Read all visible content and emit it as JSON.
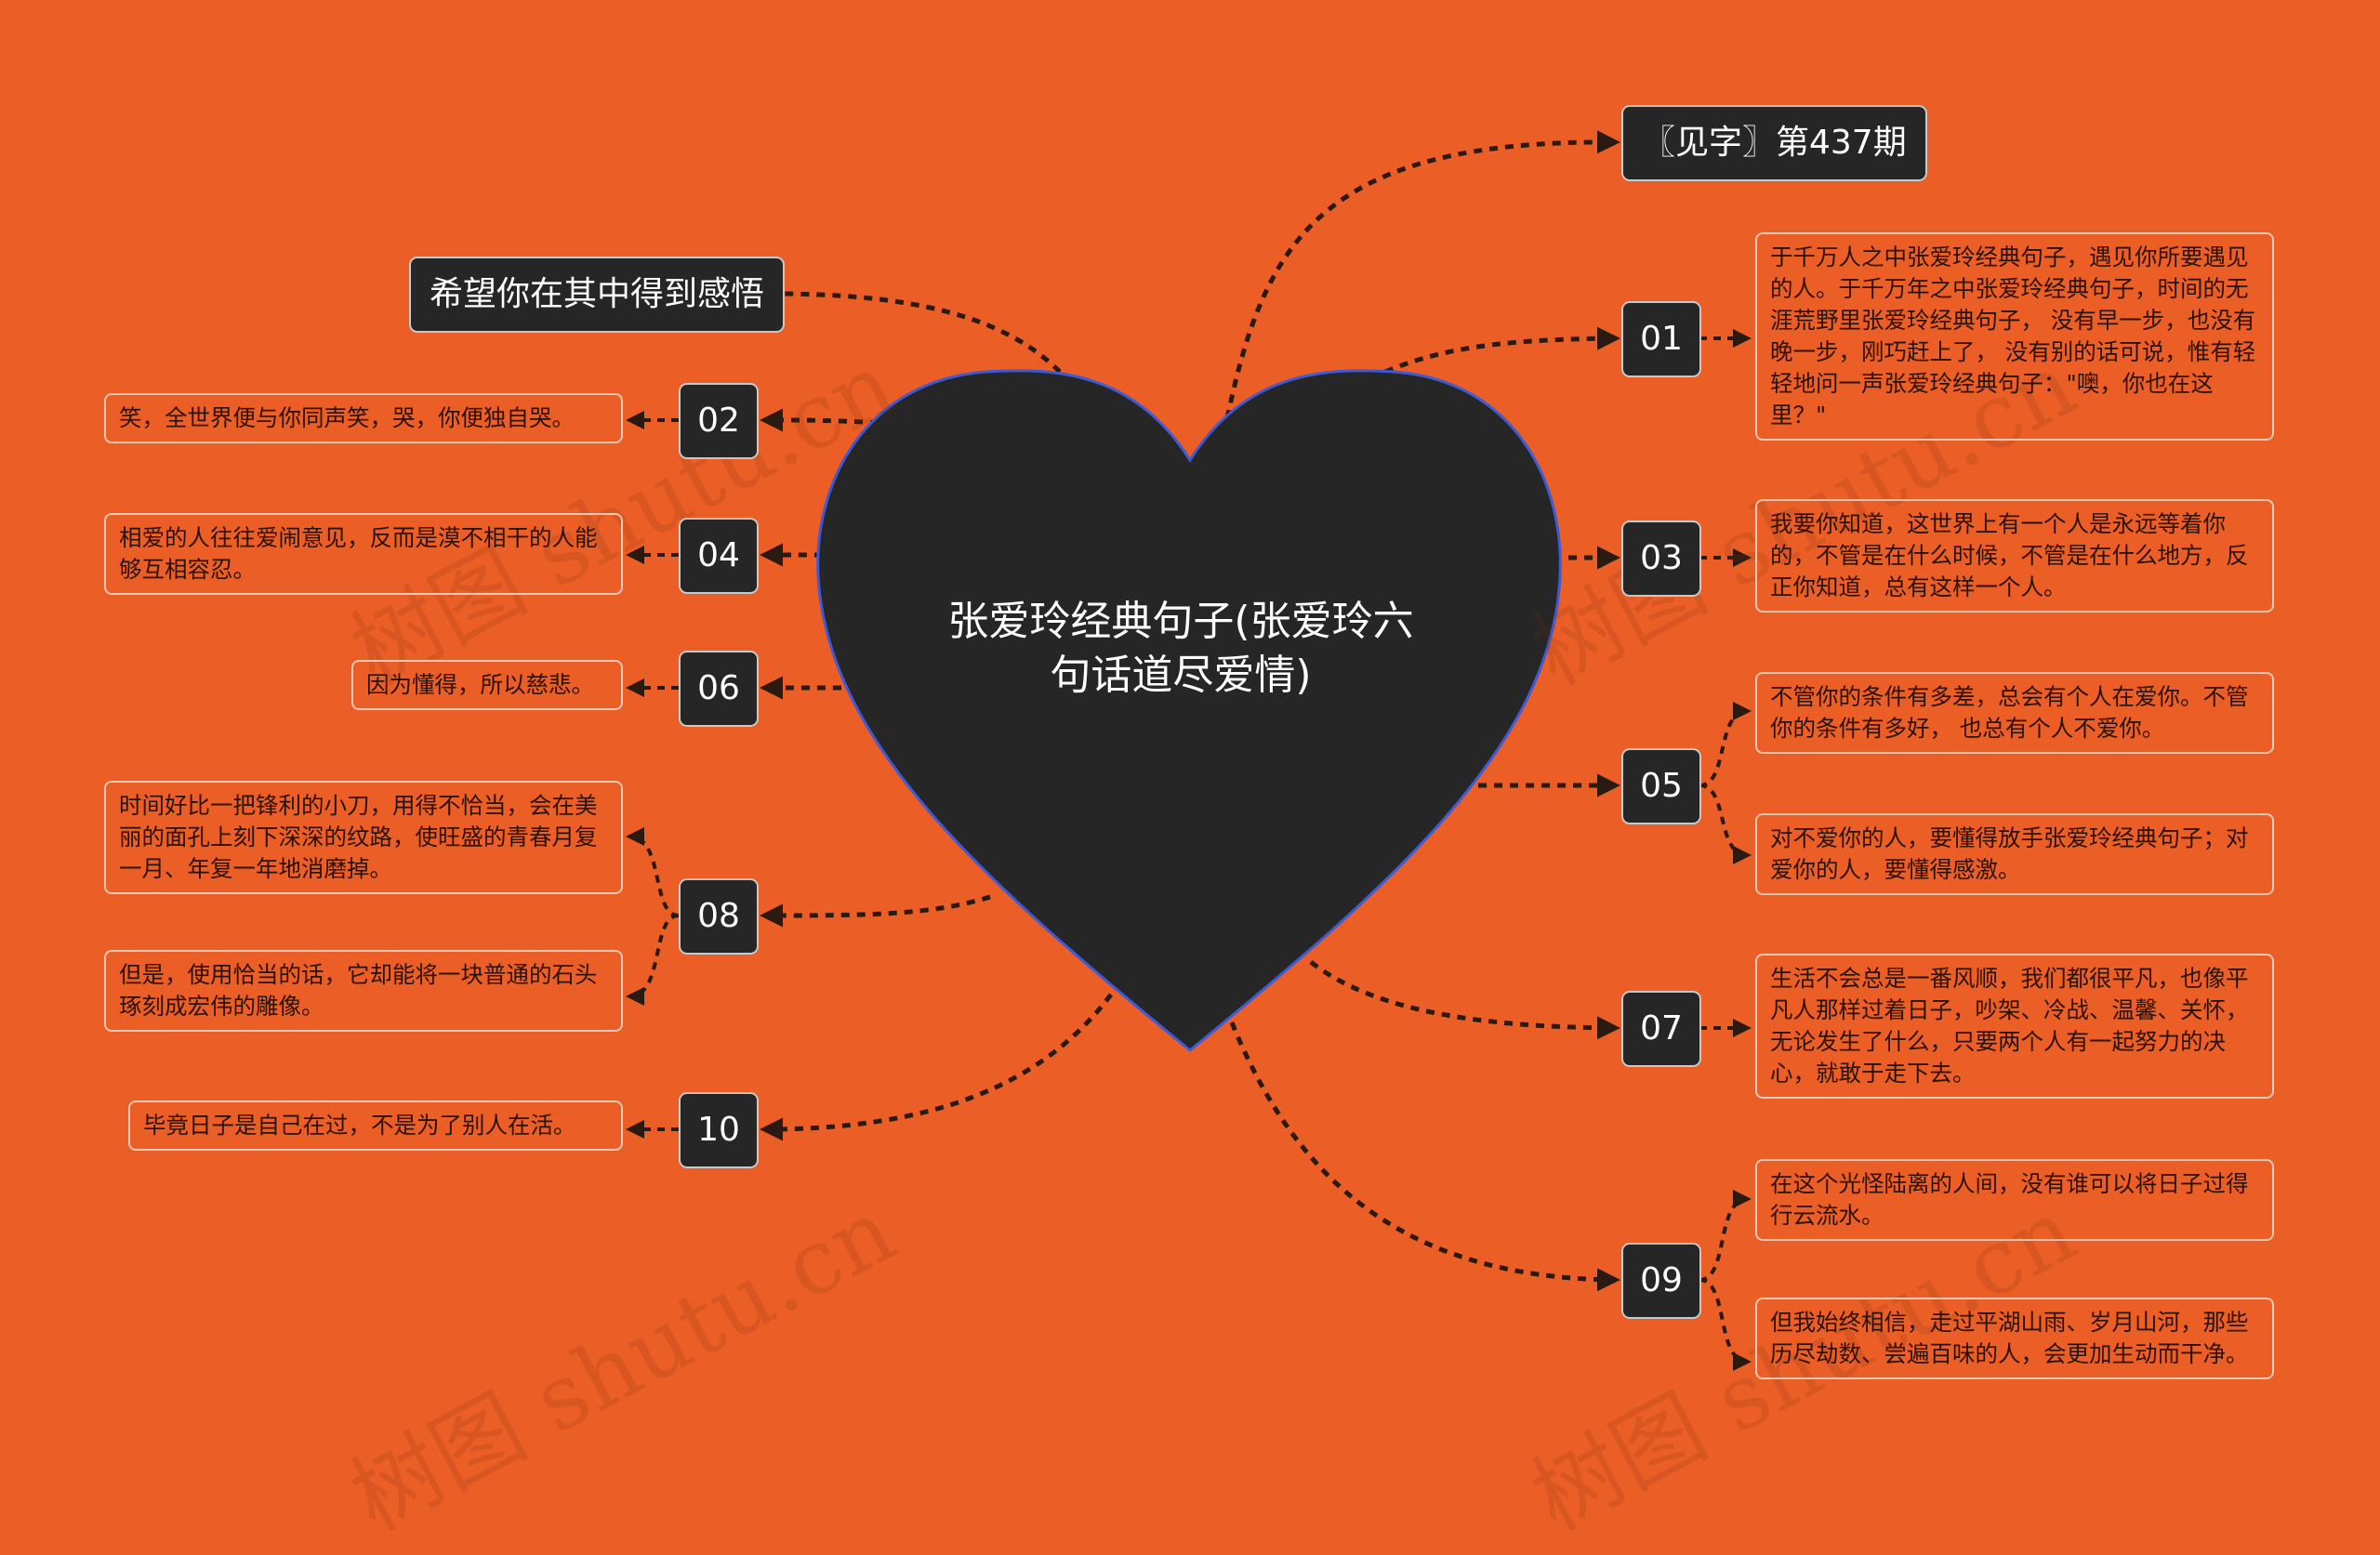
{
  "center": {
    "title": "张爱玲经典句子(张爱玲六句话道尽爱情)",
    "title_line1": "张爱玲经典句子(张爱玲六",
    "title_line2": "句话道尽爱情)"
  },
  "top_tag": "〖见字〗第437期",
  "left_tag": "希望你在其中得到感悟",
  "branches": {
    "b01": {
      "label": "01",
      "leaves": [
        "于千万人之中张爱玲经典句子，遇见你所要遇见的人。于千万年之中张爱玲经典句子，时间的无涯荒野里张爱玲经典句子， 没有早一步，也没有晚一步，刚巧赶上了， 没有别的话可说，惟有轻轻地问一声张爱玲经典句子：\"噢，你也在这里？\""
      ]
    },
    "b02": {
      "label": "02",
      "leaves": [
        "笑，全世界便与你同声笑，哭，你便独自哭。"
      ]
    },
    "b03": {
      "label": "03",
      "leaves": [
        "我要你知道，这世界上有一个人是永远等着你的，不管是在什么时候，不管是在什么地方，反正你知道，总有这样一个人。"
      ]
    },
    "b04": {
      "label": "04",
      "leaves": [
        "相爱的人往往爱闹意见，反而是漠不相干的人能够互相容忍。"
      ]
    },
    "b05": {
      "label": "05",
      "leaves": [
        "不管你的条件有多差，总会有个人在爱你。不管你的条件有多好， 也总有个人不爱你。",
        "对不爱你的人，要懂得放手张爱玲经典句子；对爱你的人，要懂得感激。"
      ]
    },
    "b06": {
      "label": "06",
      "leaves": [
        "因为懂得，所以慈悲。"
      ]
    },
    "b07": {
      "label": "07",
      "leaves": [
        "生活不会总是一番风顺，我们都很平凡，也像平凡人那样过着日子，吵架、冷战、温馨、关怀，无论发生了什么，只要两个人有一起努力的决心，就敢于走下去。"
      ]
    },
    "b08": {
      "label": "08",
      "leaves": [
        "时间好比一把锋利的小刀，用得不恰当，会在美丽的面孔上刻下深深的纹路，使旺盛的青春月复一月、年复一年地消磨掉。",
        "但是，使用恰当的话，它却能将一块普通的石头琢刻成宏伟的雕像。"
      ]
    },
    "b09": {
      "label": "09",
      "leaves": [
        "在这个光怪陆离的人间，没有谁可以将日子过得行云流水。",
        "但我始终相信，走过平湖山雨、岁月山河，那些历尽劫数、尝遍百味的人，会更加生动而干净。"
      ]
    },
    "b10": {
      "label": "10",
      "leaves": [
        "毕竟日子是自己在过，不是为了别人在活。"
      ]
    }
  },
  "watermark": "树图 shutu.cn",
  "colors": {
    "background": "#EB5E26",
    "node": "#262626",
    "connector": "#2b1a12",
    "leaf_border": "#f2c7b3",
    "heart_outline": "#3d5bd6"
  }
}
